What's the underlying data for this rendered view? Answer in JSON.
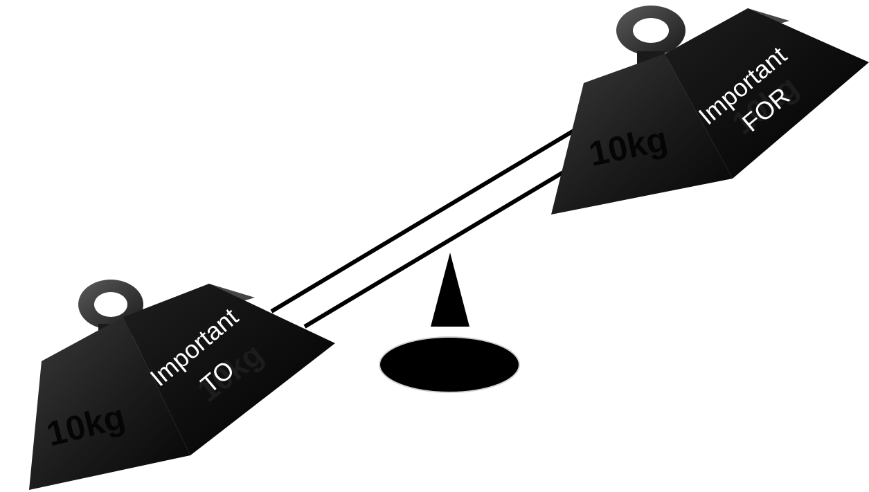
{
  "colors": {
    "background": "#ffffff",
    "weight_body": "#0a0a0a",
    "weight_top": "#2a2a2a",
    "weight_label": "#050505",
    "side_text": "#ffffff",
    "beam": "#000000",
    "fulcrum": "#000000"
  },
  "left_weight": {
    "mass_label": "10kg",
    "side_line1": "Important",
    "side_line2": "TO"
  },
  "right_weight": {
    "mass_label": "10kg",
    "side_line1": "Important",
    "side_line2": "FOR"
  },
  "icons": {
    "ring": "weight-ring-icon",
    "fulcrum": "fulcrum-triangle-icon",
    "base": "fulcrum-base-icon"
  }
}
